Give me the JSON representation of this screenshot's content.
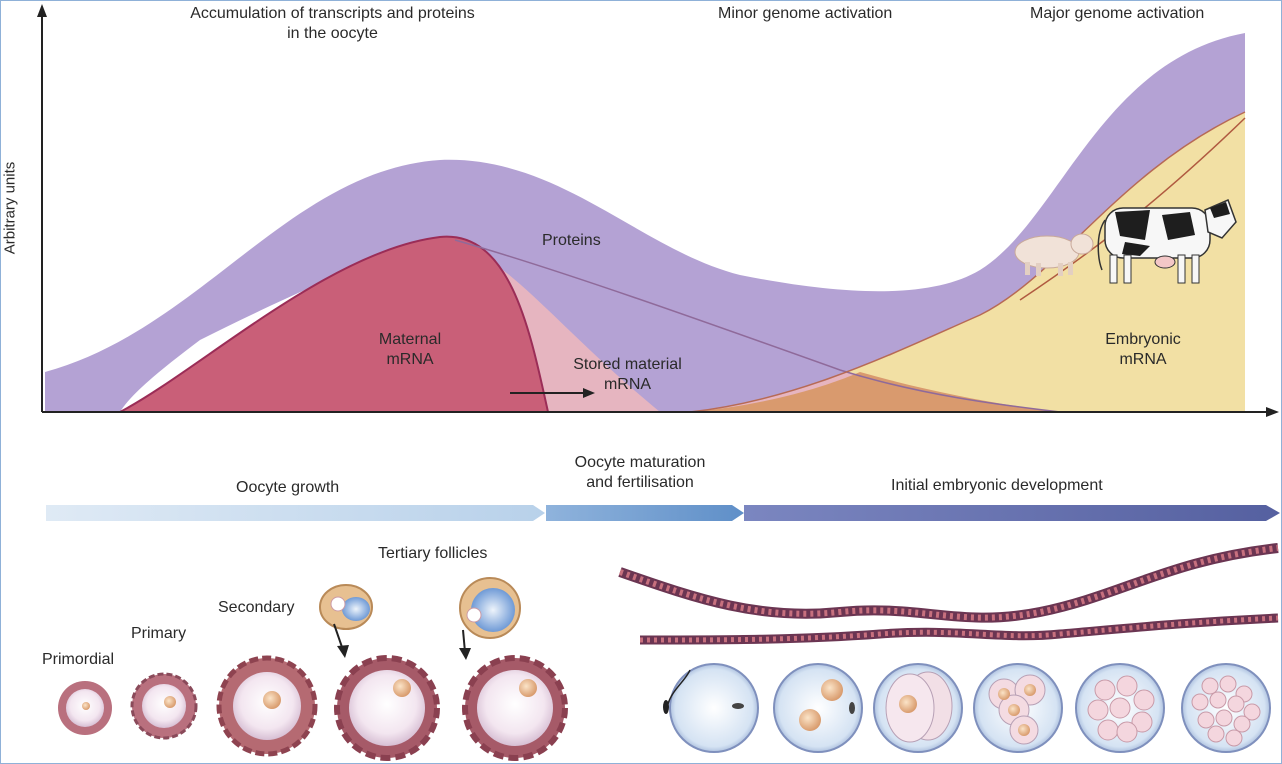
{
  "top_labels": {
    "accumulation_line1": "Accumulation of transcripts and proteins",
    "accumulation_line2": "in the oocyte",
    "minor_activation": "Minor genome activation",
    "major_activation": "Major genome activation"
  },
  "axis": {
    "y_label": "Arbitrary units"
  },
  "curve_labels": {
    "proteins": "Proteins",
    "maternal_line1": "Maternal",
    "maternal_line2": "mRNA",
    "stored_line1": "Stored material",
    "stored_line2": "mRNA",
    "embryonic_line1": "Embryonic",
    "embryonic_line2": "mRNA"
  },
  "stages": {
    "oocyte_growth": "Oocyte growth",
    "maturation_line1": "Oocyte maturation",
    "maturation_line2": "and fertilisation",
    "initial_development": "Initial embryonic development"
  },
  "follicles": {
    "tertiary": "Tertiary follicles",
    "secondary": "Secondary",
    "primary": "Primary",
    "primordial": "Primordial"
  },
  "colors": {
    "proteins": "#b4a2d4",
    "maternal": "#c95f78",
    "stored": "#e6b2bd",
    "embryonic": "#f2e0a4",
    "overlap": "#d99a6e",
    "arrow_light": "#c3d9ec",
    "arrow_mid": "#6e98cc",
    "arrow_dark": "#5f6aa8"
  }
}
